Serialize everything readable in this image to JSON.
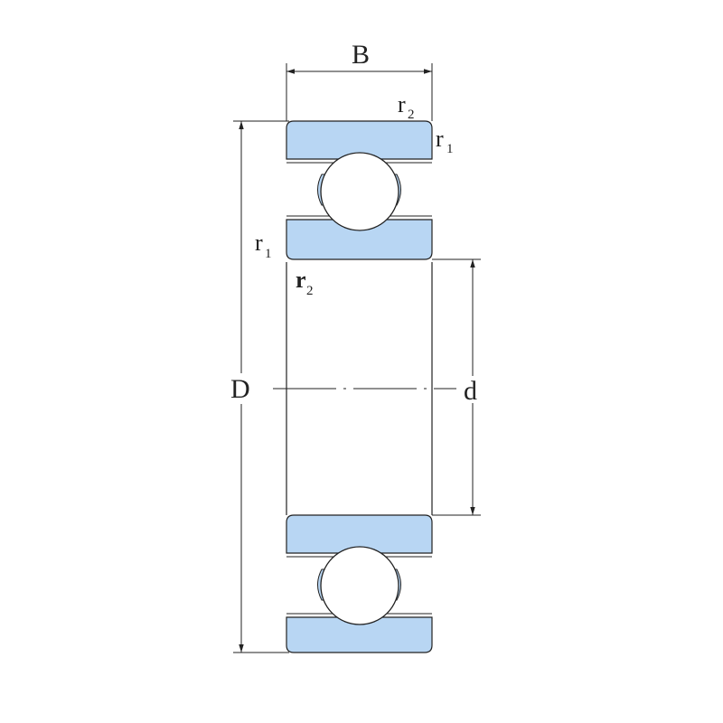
{
  "labels": {
    "B": "B",
    "D": "D",
    "d": "d",
    "r": "r",
    "sub1": "1",
    "sub2": "2"
  },
  "colors": {
    "ring_fill": "#b8d6f3",
    "line": "#222222",
    "ball_fill": "#ffffff",
    "background": "#ffffff"
  }
}
